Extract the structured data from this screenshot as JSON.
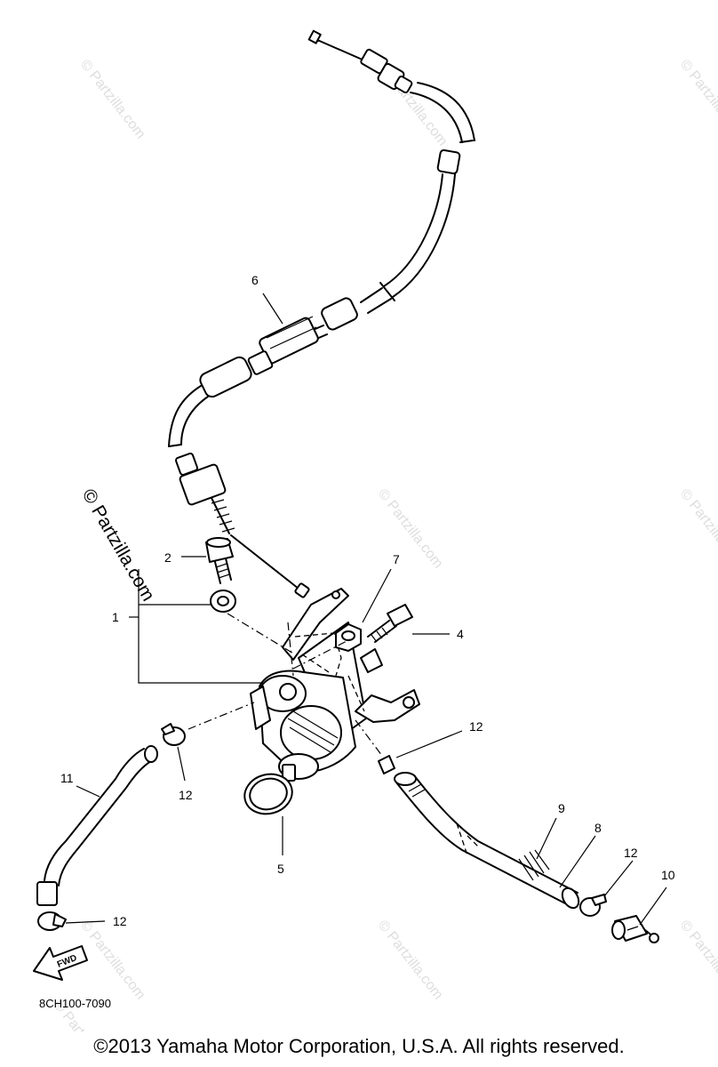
{
  "watermarks": {
    "wm1": "© Partzilla.com",
    "wm2": "© Partzilla.com",
    "wm3": "© Partzilla.com",
    "wm4": "© Partzilla.com",
    "wm5": "© Partzilla.com",
    "wm6": "© Partzilla.com",
    "wm7": "© Partzilla.com",
    "wm8": "© Partzilla.com",
    "wm9": "© Partzilla.com",
    "bold": "© Partzilla.com"
  },
  "callouts": {
    "c1": "1",
    "c2": "2",
    "c4": "4",
    "c5": "5",
    "c6": "6",
    "c7": "7",
    "c8": "8",
    "c9": "9",
    "c10": "10",
    "c11": "11",
    "c12a": "12",
    "c12b": "12",
    "c12c": "12",
    "c12d": "12"
  },
  "fwd_label": "FWD",
  "diagram_code": "8CH100-7090",
  "copyright": "©2013  Yamaha Motor Corporation, U.S.A. All rights reserved."
}
